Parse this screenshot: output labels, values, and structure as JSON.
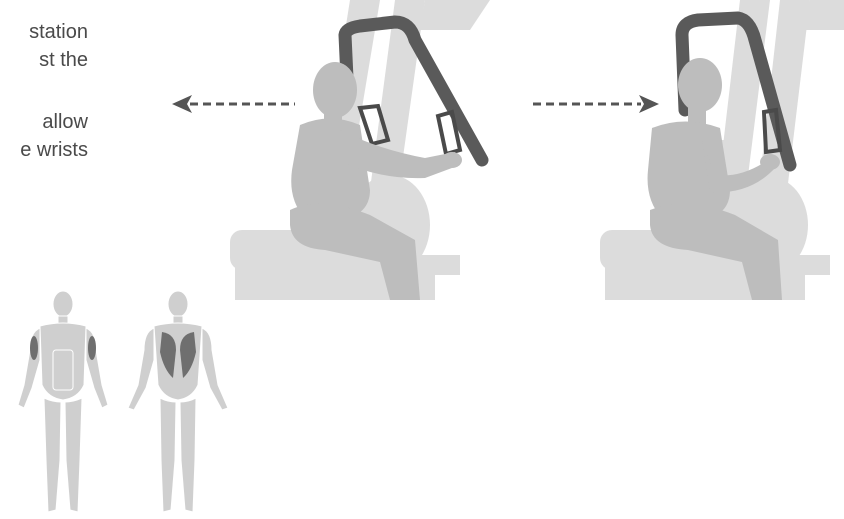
{
  "instructions": {
    "lines_top": [
      "station",
      "st   the"
    ],
    "lines_bottom": [
      "allow",
      "e wrists"
    ]
  },
  "colors": {
    "machine_light": "#dcdcdc",
    "body": "#bdbdbd",
    "handle_dark": "#5a5a5a",
    "arrow": "#555555",
    "muscle_light": "#cfcfcf",
    "muscle_highlight": "#6f6f6f",
    "text": "#4a4a4a"
  },
  "illustrations": {
    "left_figure": "seated-exerciser-arms-extended",
    "right_figure": "seated-exerciser-arms-pulled-back",
    "left_arrow": "arrow-left-dashed",
    "right_arrow": "arrow-right-dashed",
    "anatomy_front": "muscle-chart-front",
    "anatomy_back": "muscle-chart-back"
  }
}
